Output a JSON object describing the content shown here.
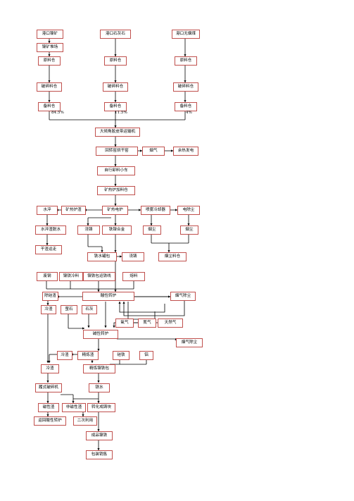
{
  "nodes": {
    "n1": "港口镍矿",
    "n2": "港口石灰石",
    "n3": "港口无烟煤",
    "n4": "镍矿堆场",
    "n5": "原料仓",
    "n6": "原料仓",
    "n7": "原料仓",
    "n8": "破碎料仓",
    "n9": "破碎料仓",
    "n10": "破碎料仓",
    "n11": "备料仓",
    "n12": "备料仓",
    "n13": "备料仓",
    "n14": "大倾角胶皮带运输机",
    "n15": "回转窑烘干窑",
    "n16": "烟气",
    "n17": "余热发电",
    "n18": "自行卸料小车",
    "n19": "矿热炉加料仓",
    "n20": "水淬",
    "n21": "矿热炉渣",
    "n22": "矿热电炉",
    "n23": "喷雾冷却器",
    "n24": "电除尘",
    "n25": "水淬渣脱水",
    "n26": "浇铸",
    "n27": "铁镍合金",
    "n28": "烟尘",
    "n29": "烟尘",
    "n30": "干渣运走",
    "n31": "铁水罐包",
    "n32": "浇铸",
    "n33": "烟尘料仓",
    "n34": "废钢",
    "n35": "镍铁冷料",
    "n36": "镍铁包运铁线",
    "n37": "熔料",
    "n38": "除硅渣",
    "n39": "酸性转炉",
    "n40": "烟气除尘",
    "n41": "冷渣",
    "n42": "萤石",
    "n43": "石灰",
    "n44": "氧气",
    "n45": "氮气",
    "n46": "天然气",
    "n47": "碱性转炉",
    "n48": "烟气除尘",
    "n49": "冷渣",
    "n50": "精炼渣",
    "n51": "硅铁",
    "n52": "铝",
    "n53": "冷渣",
    "n54": "精炼镍铁包",
    "n55": "履式破碎机",
    "n56": "铁水",
    "n57": "磁性渣",
    "n58": "非磁性渣",
    "n59": "转化成铸块",
    "n60": "返回酸性转炉",
    "n61": "二次利用",
    "n62": "成品镍铁",
    "n63": "包装销售"
  },
  "ratios": {
    "r1": "84.5%",
    "r2": "11.5%",
    "r3": "4%"
  }
}
